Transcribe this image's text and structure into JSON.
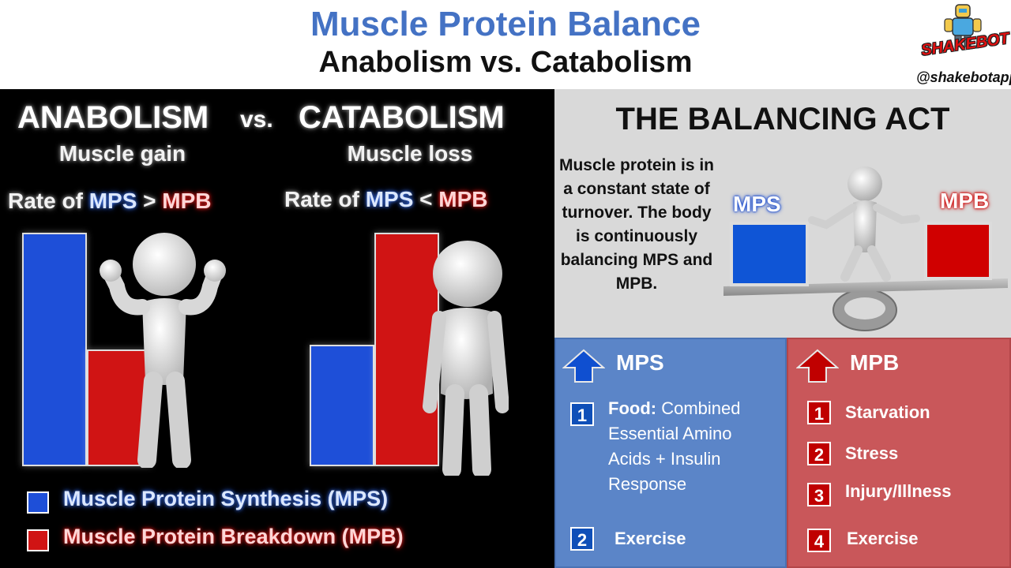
{
  "header": {
    "title": "Muscle Protein Balance",
    "subtitle": "Anabolism vs. Catabolism",
    "logo_brand": "SHAKEBOT",
    "handle": "@shakebotapp"
  },
  "left_panel": {
    "anabolism_heading": "ANABOLISM",
    "vs_label": "vs.",
    "catabolism_heading": "CATABOLISM",
    "anabolism_subheading": "Muscle gain",
    "catabolism_subheading": "Muscle loss",
    "rate_gain": {
      "prefix": "Rate of ",
      "left": "MPS",
      "operator": " > ",
      "right": "MPB"
    },
    "rate_loss": {
      "prefix": "Rate of ",
      "left": "MPS",
      "operator": " < ",
      "right": "MPB"
    },
    "anabolism_bars": {
      "mps_level": 1.0,
      "mpb_level": 0.5
    },
    "catabolism_bars": {
      "mps_level": 0.52,
      "mpb_level": 1.0
    },
    "legend": [
      {
        "label": "Muscle Protein Synthesis (MPS)",
        "color": "#1e4fd8"
      },
      {
        "label": "Muscle Protein Breakdown (MPB)",
        "color": "#d01414"
      }
    ]
  },
  "balance": {
    "heading": "THE BALANCING ACT",
    "description": "Muscle protein is in a constant state of turnover. The body is continuously balancing MPS and MPB.",
    "left_label": "MPS",
    "right_label": "MPB"
  },
  "mps_box": {
    "heading": "MPS",
    "icon": "up-arrow-icon",
    "items": [
      {
        "number": "1",
        "bold": "Food:",
        "text": " Combined Essential Amino Acids + Insulin Response"
      },
      {
        "number": "2",
        "text": "Exercise"
      }
    ]
  },
  "mpb_box": {
    "heading": "MPB",
    "icon": "up-arrow-icon",
    "items": [
      {
        "number": "1",
        "text": "Starvation"
      },
      {
        "number": "2",
        "text": "Stress"
      },
      {
        "number": "3",
        "text": "Injury/Illness"
      },
      {
        "number": "4",
        "text": "Exercise"
      }
    ]
  },
  "colors": {
    "title_blue": "#4472c4",
    "mps_blue": "#1e4fd8",
    "mpb_red": "#d01414",
    "mps_box": "#5b85c8",
    "mpb_box": "#c9575a",
    "balance_bg": "#d9d9d9"
  }
}
